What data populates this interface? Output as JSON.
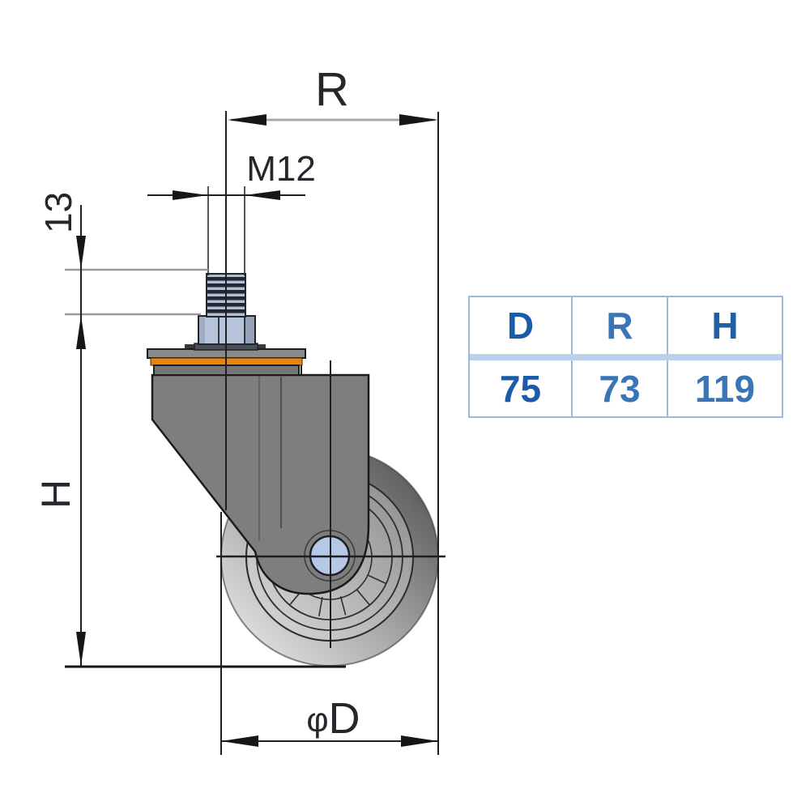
{
  "drawing": {
    "labels": {
      "radius": "R",
      "thread": "M12",
      "stem": "13",
      "height": "H",
      "phi": "φ",
      "diameter_letter": "D"
    }
  },
  "table": {
    "headers": [
      "D",
      "R",
      "H"
    ],
    "values": [
      "75",
      "73",
      "119"
    ]
  },
  "colors": {
    "table_border": "#9bb9da",
    "table_band": "#b9d1ea",
    "table_text_dark_blue": "#1a5ca8",
    "table_text_light_blue": "#3a76b5",
    "accent_orange": "#e8860b",
    "axle_blue": "#b5c9e6",
    "stem_blue_gray": "#b3c3da",
    "fork_gray": "#7e7e7e",
    "line_dark": "#1f1f23",
    "extension_gray": "#9a9a9a"
  }
}
